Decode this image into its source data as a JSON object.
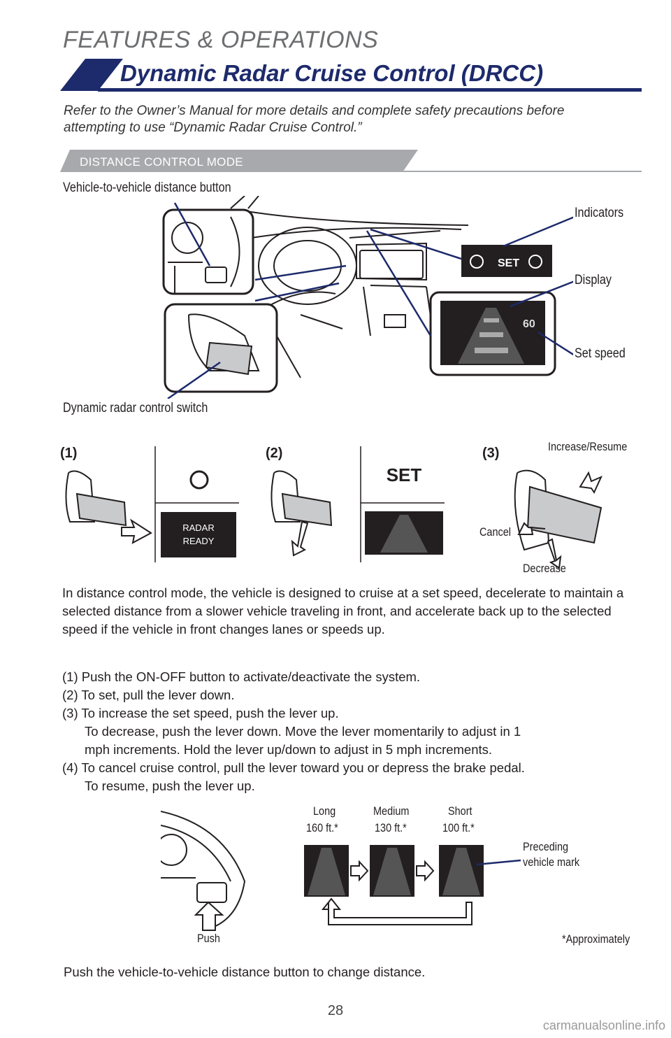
{
  "header": {
    "section": "FEATURES & OPERATIONS",
    "title": "Dynamic Radar Cruise Control (DRCC)",
    "intro": "Refer to the Owner’s Manual for more details and complete safety precautions before attempting to use “Dynamic Radar Cruise Control.”",
    "mode": "DISTANCE CONTROL MODE"
  },
  "diagram1": {
    "vehicle_button": "Vehicle-to-vehicle distance button",
    "indicators": "Indicators",
    "display": "Display",
    "set_speed": "Set speed",
    "switch": "Dynamic radar control switch",
    "set_text": "SET",
    "speed_value": "60"
  },
  "steps_figure": {
    "step1": "(1)",
    "step2": "(2)",
    "step3": "(3)",
    "radar_line1": "RADAR",
    "radar_line2": "READY",
    "set_label": "SET",
    "increase_resume": "Increase/Resume",
    "cancel": "Cancel",
    "decrease": "Decrease"
  },
  "body": {
    "paragraph": "In distance control mode, the vehicle is designed to cruise at a set speed, decelerate to maintain a selected distance from a slower vehicle traveling in front, and accelerate back up to the selected speed if the vehicle in front changes lanes or speeds up.",
    "items": [
      "(1) Push the ON-OFF button to activate/deactivate the system.",
      "(2) To set, pull the lever down.",
      "(3) To increase the set speed, push the lever up.",
      "To decrease, push the lever down. Move the lever momentarily to adjust in 1",
      "mph increments. Hold the lever up/down to adjust in 5 mph increments.",
      "(4) To cancel cruise control, pull the lever toward you or depress the brake pedal.",
      "To resume, push the lever up."
    ]
  },
  "distance_figure": {
    "long_label": "Long",
    "long_value": "160 ft.*",
    "medium_label": "Medium",
    "medium_value": "130 ft.*",
    "short_label": "Short",
    "short_value": "100 ft.*",
    "preceding_line1": "Preceding",
    "preceding_line2": "vehicle mark",
    "push": "Push",
    "approx": "*Approximately"
  },
  "footer": {
    "caption": "Push the vehicle-to-vehicle distance button to change distance.",
    "page": "28",
    "watermark": "carmanualsonline.info"
  },
  "colors": {
    "navy": "#1d2a6b",
    "gray_bar": "#a7a9ac",
    "text": "#231f20"
  }
}
